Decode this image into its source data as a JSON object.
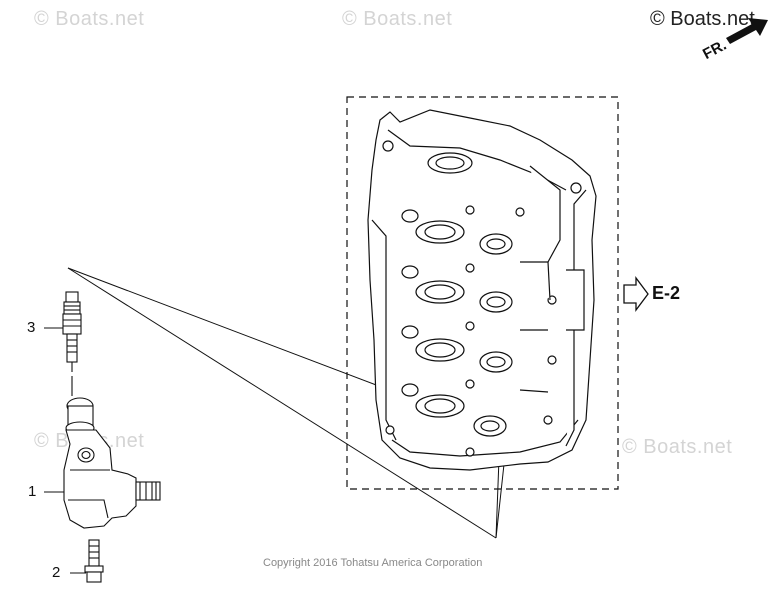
{
  "watermarks": {
    "top_left": "© Boats.net",
    "top_center": "© Boats.net",
    "top_right": "© Boats.net",
    "mid_left": "© Boats.net",
    "mid_right": "© Boats.net"
  },
  "orientation": {
    "label": "FR."
  },
  "reference": {
    "label": "E-2"
  },
  "callouts": {
    "c1": "1",
    "c2": "2",
    "c3": "3"
  },
  "footer": {
    "copyright": "Copyright 2016 Tohatsu America Corporation"
  }
}
